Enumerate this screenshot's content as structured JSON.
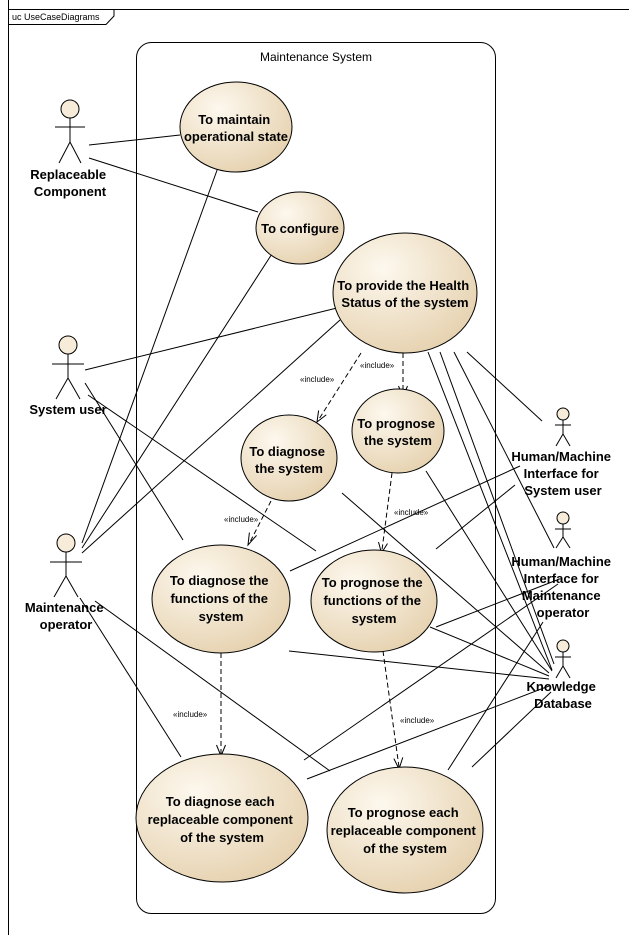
{
  "frame": {
    "label": "uc UseCaseDiagrams"
  },
  "boundary": {
    "title": "Maintenance System"
  },
  "colors": {
    "use_case_fill_light": "#fdf8ee",
    "use_case_fill_dark": "#e6d2b0",
    "actor_head_fill": "#f6ecd9",
    "line": "#000000"
  },
  "use_cases": {
    "maintain": [
      "To maintain",
      "operational state"
    ],
    "configure": [
      "To configure"
    ],
    "health": [
      "To provide the Health",
      "Status of the system"
    ],
    "diagnose_system": [
      "To diagnose",
      "the system"
    ],
    "prognose_system": [
      "To prognose",
      "the system"
    ],
    "diagnose_functions": [
      "To diagnose the",
      "functions of the",
      "system"
    ],
    "prognose_functions": [
      "To prognose the",
      "functions of the",
      "system"
    ],
    "diagnose_components": [
      "To diagnose each",
      "replaceable component",
      "of the system"
    ],
    "prognose_components": [
      "To prognose each",
      "replaceable component",
      "of the system"
    ]
  },
  "actors": {
    "replaceable_component": [
      "Replaceable",
      "Component"
    ],
    "system_user": [
      "System user"
    ],
    "maintenance_operator": [
      "Maintenance",
      "operator"
    ],
    "hmi_system_user": [
      "Human/Machine",
      "Interface for",
      "System user"
    ],
    "hmi_maintenance_operator": [
      "Human/Machine",
      "Interface for",
      "Maintenance",
      "operator"
    ],
    "knowledge_database": [
      "Knowledge",
      "Database"
    ]
  },
  "stereotypes": {
    "include_1": "«include»",
    "include_2": "«include»",
    "include_3": "«include»",
    "include_4": "«include»",
    "include_5": "«include»",
    "include_6": "«include»"
  }
}
